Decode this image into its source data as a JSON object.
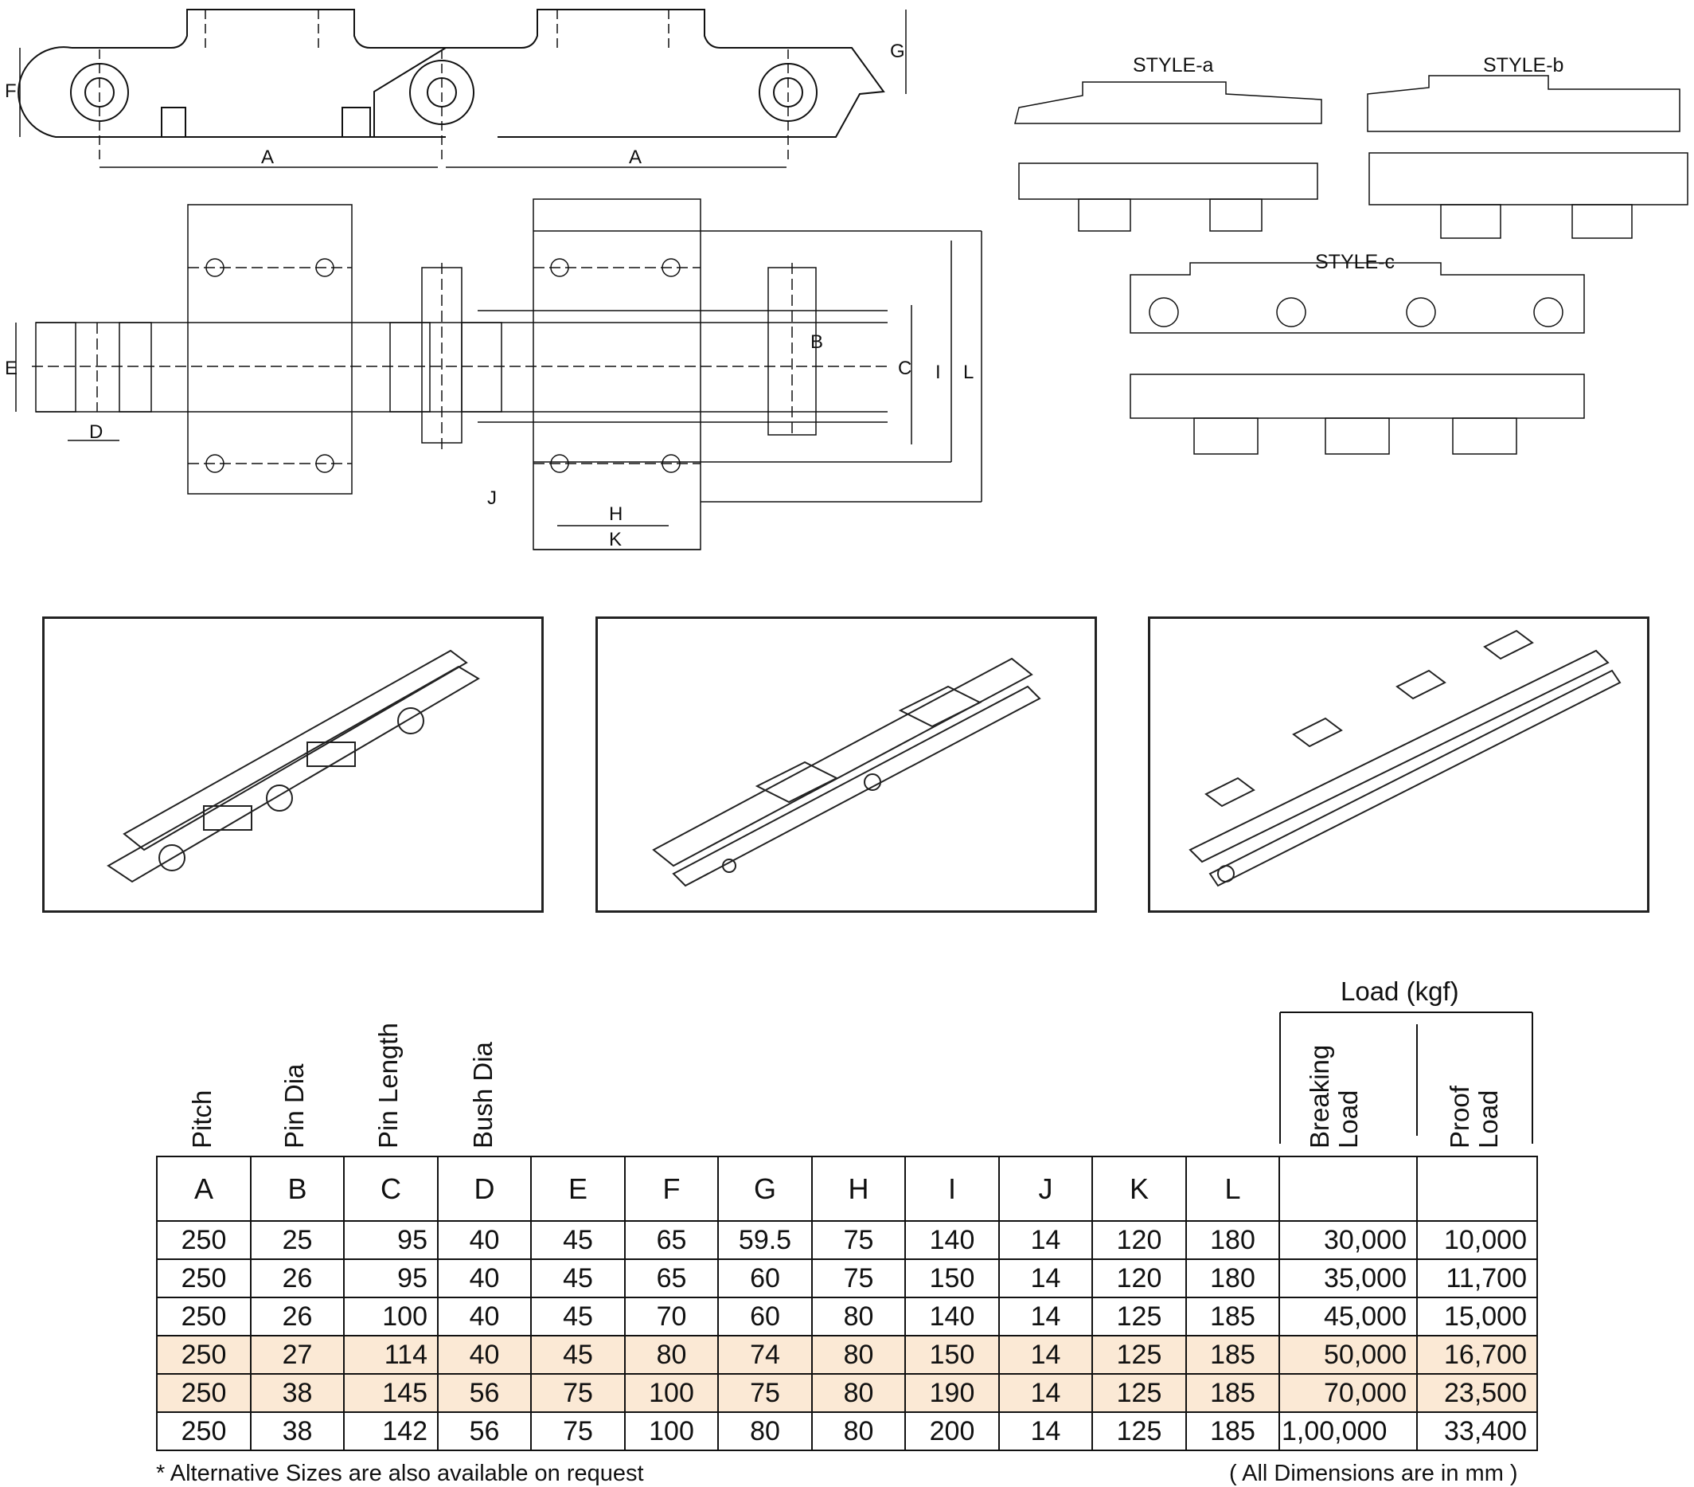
{
  "drawing": {
    "dim_labels": {
      "A": "A",
      "B": "B",
      "C": "C",
      "D": "D",
      "E": "E",
      "F": "F",
      "G": "G",
      "H": "H",
      "I": "I",
      "J": "J",
      "K": "K",
      "L": "L"
    },
    "styles": [
      "STYLE-a",
      "STYLE-b",
      "STYLE-c"
    ]
  },
  "table": {
    "load_title": "Load (kgf)",
    "rotated_headers": [
      "Pitch",
      "Pin Dia",
      "Pin Length",
      "Bush Dia"
    ],
    "load_headers": [
      "Breaking Load",
      "Proof Load"
    ],
    "letters": [
      "A",
      "B",
      "C",
      "D",
      "E",
      "F",
      "G",
      "H",
      "I",
      "J",
      "K",
      "L",
      "",
      ""
    ],
    "rows": [
      [
        "250",
        "25",
        "95",
        "40",
        "45",
        "65",
        "59.5",
        "75",
        "140",
        "14",
        "120",
        "180",
        "30,000",
        "10,000"
      ],
      [
        "250",
        "26",
        "95",
        "40",
        "45",
        "65",
        "60",
        "75",
        "150",
        "14",
        "120",
        "180",
        "35,000",
        "11,700"
      ],
      [
        "250",
        "26",
        "100",
        "40",
        "45",
        "70",
        "60",
        "80",
        "140",
        "14",
        "125",
        "185",
        "45,000",
        "15,000"
      ],
      [
        "250",
        "27",
        "114",
        "40",
        "45",
        "80",
        "74",
        "80",
        "150",
        "14",
        "125",
        "185",
        "50,000",
        "16,700"
      ],
      [
        "250",
        "38",
        "145",
        "56",
        "75",
        "100",
        "75",
        "80",
        "190",
        "14",
        "125",
        "185",
        "70,000",
        "23,500"
      ],
      [
        "250",
        "38",
        "142",
        "56",
        "75",
        "100",
        "80",
        "80",
        "200",
        "14",
        "125",
        "185",
        "1,00,000",
        "33,400"
      ]
    ],
    "highlight_rows": [
      3,
      4
    ],
    "highlight_color": "#fbe9d5"
  },
  "notes": {
    "left": "* Alternative Sizes are also available on request",
    "right": "( All Dimensions are in mm )"
  }
}
